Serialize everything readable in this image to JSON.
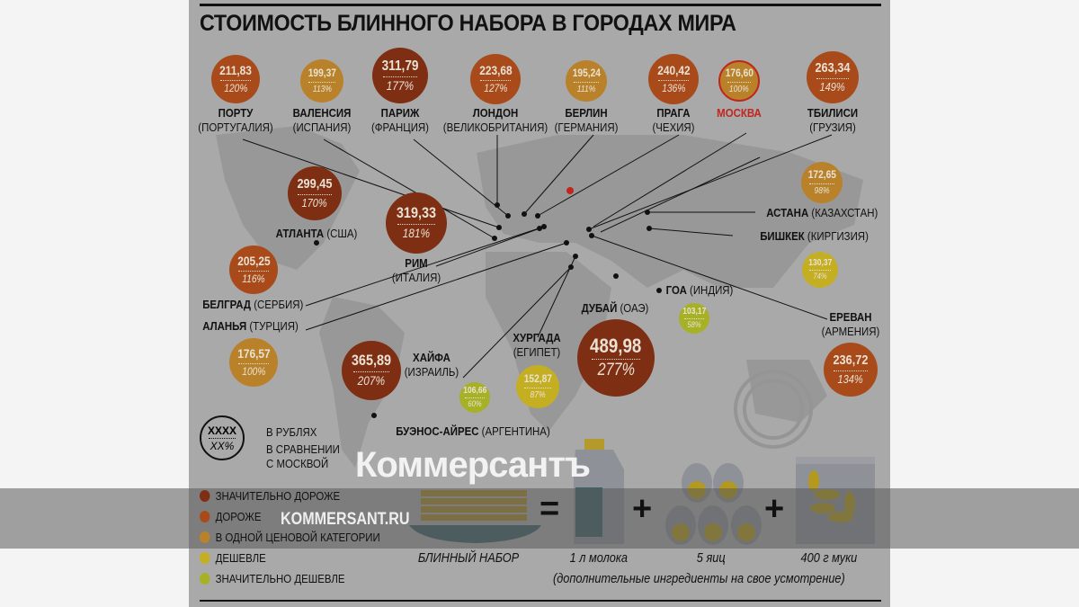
{
  "title": "СТОИМОСТЬ БЛИННОГО НАБОРА В ГОРОДАХ МИРА",
  "colors": {
    "much_more_expensive": "#7e2e12",
    "more_expensive": "#a94a1a",
    "same_category": "#b9822a",
    "cheaper": "#c4ae22",
    "much_cheaper": "#a6b126",
    "moscow_highlight": "#c0261c"
  },
  "cities": [
    {
      "name": "ПОРТУ",
      "country": "(ПОРТУГАЛИЯ)",
      "price": "211,83",
      "percent": "120%",
      "category": "more_expensive"
    },
    {
      "name": "ВАЛЕНСИЯ",
      "country": "(ИСПАНИЯ)",
      "price": "199,37",
      "percent": "113%",
      "category": "same_category"
    },
    {
      "name": "ПАРИЖ",
      "country": "(ФРАНЦИЯ)",
      "price": "311,79",
      "percent": "177%",
      "category": "much_more_expensive"
    },
    {
      "name": "ЛОНДОН",
      "country": "(ВЕЛИКОБРИТАНИЯ)",
      "price": "223,68",
      "percent": "127%",
      "category": "more_expensive"
    },
    {
      "name": "БЕРЛИН",
      "country": "(ГЕРМАНИЯ)",
      "price": "195,24",
      "percent": "111%",
      "category": "same_category"
    },
    {
      "name": "ПРАГА",
      "country": "(ЧЕХИЯ)",
      "price": "240,42",
      "percent": "136%",
      "category": "more_expensive"
    },
    {
      "name": "МОСКВА",
      "country": "",
      "price": "176,60",
      "percent": "100%",
      "category": "same_category"
    },
    {
      "name": "ТБИЛИСИ",
      "country": "(ГРУЗИЯ)",
      "price": "263,34",
      "percent": "149%",
      "category": "more_expensive"
    },
    {
      "name": "АТЛАНТА",
      "country": "(США)",
      "price": "299,45",
      "percent": "170%",
      "category": "much_more_expensive"
    },
    {
      "name": "РИМ",
      "country": "(ИТАЛИЯ)",
      "price": "319,33",
      "percent": "181%",
      "category": "much_more_expensive"
    },
    {
      "name": "АСТАНА",
      "country": "(КАЗАХСТАН)",
      "price": "172,65",
      "percent": "98%",
      "category": "same_category"
    },
    {
      "name": "БЕЛГРАД",
      "country": "(СЕРБИЯ)",
      "price": "205,25",
      "percent": "116%",
      "category": "more_expensive"
    },
    {
      "name": "БИШКЕК",
      "country": "(КИРГИЗИЯ)",
      "price": "130,37",
      "percent": "74%",
      "category": "cheaper"
    },
    {
      "name": "ГОА",
      "country": "(ИНДИЯ)",
      "price": "103,17",
      "percent": "58%",
      "category": "much_cheaper"
    },
    {
      "name": "АЛАНЬЯ",
      "country": "(ТУРЦИЯ)",
      "price": "176,57",
      "percent": "100%",
      "category": "same_category"
    },
    {
      "name": "БУЭНОС-АЙРЕС",
      "country": "(АРГЕНТИНА)",
      "price": "365,89",
      "percent": "207%",
      "category": "much_more_expensive"
    },
    {
      "name": "ХАЙФА",
      "country": "(ИЗРАИЛЬ)",
      "price": "106,66",
      "percent": "60%",
      "category": "much_cheaper"
    },
    {
      "name": "ХУРГАДА",
      "country": "(ЕГИПЕТ)",
      "price": "152,87",
      "percent": "87%",
      "category": "cheaper"
    },
    {
      "name": "ДУБАЙ",
      "country": "(ОАЭ)",
      "price": "489,98",
      "percent": "277%",
      "category": "much_more_expensive"
    },
    {
      "name": "ЕРЕВАН",
      "country": "(АРМЕНИЯ)",
      "price": "236,72",
      "percent": "134%",
      "category": "more_expensive"
    }
  ],
  "key": {
    "price_sample": "XXXX",
    "percent_sample": "XX%",
    "price_label": "В РУБЛЯХ",
    "percent_label_1": "В СРАВНЕНИИ",
    "percent_label_2": "С МОСКВОЙ"
  },
  "legend": [
    {
      "label": "ЗНАЧИТЕЛЬНО ДОРОЖЕ",
      "category": "much_more_expensive"
    },
    {
      "label": "ДОРОЖЕ",
      "category": "more_expensive"
    },
    {
      "label": "В ОДНОЙ ЦЕНОВОЙ КАТЕГОРИИ",
      "category": "same_category"
    },
    {
      "label": "ДЕШЕВЛЕ",
      "category": "cheaper"
    },
    {
      "label": "ЗНАЧИТЕЛЬНО ДЕШЕВЛЕ",
      "category": "much_cheaper"
    }
  ],
  "formula": {
    "set": "БЛИННЫЙ НАБОР",
    "eq": "=",
    "plus": "+",
    "milk": "1 л молока",
    "eggs": "5 яиц",
    "flour": "400 г муки",
    "note": "(дополнительные ингредиенты на свое усмотрение)"
  },
  "watermark": {
    "brand": "Коммерсантъ",
    "url": "KOMMERSANT.RU"
  }
}
